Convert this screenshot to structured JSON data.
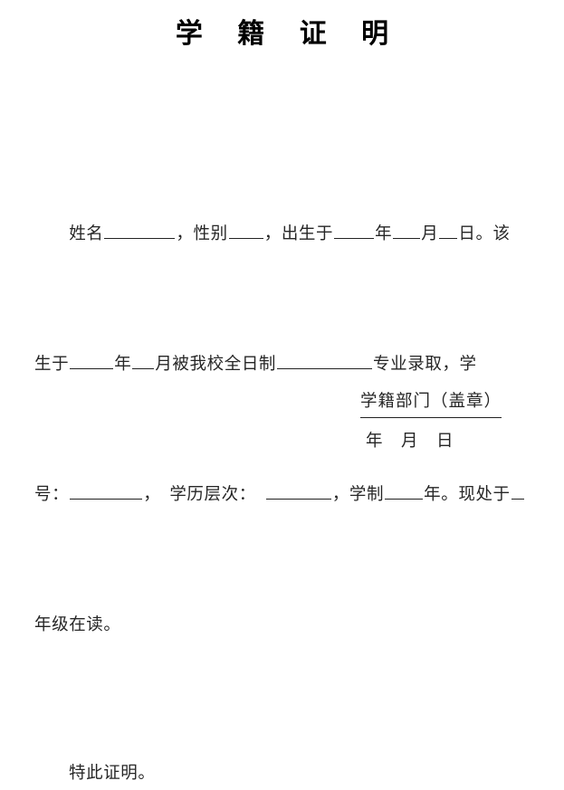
{
  "document": {
    "title": "学 籍 证 明",
    "page_background": "#ffffff",
    "text_color": "#262626",
    "title_color": "#000000"
  },
  "body": {
    "line1": {
      "t1": "姓名",
      "t2": "，性别",
      "t3": "，出生于",
      "t4": "年",
      "t5": "月",
      "t6": "日。该"
    },
    "line2": {
      "t1": "生于",
      "t2": "年",
      "t3": "月被我校全日制",
      "t4": "专业录取，学"
    },
    "line3": {
      "t1": "号：",
      "t2": "，",
      "t3": "学历层次：",
      "t4": "，学制",
      "t5": "年。现处于"
    },
    "line4": {
      "t1": "年级在读。"
    },
    "paragraph2": "特此证明。"
  },
  "signature": {
    "department": "学籍部门（盖章）",
    "date_line": "年　月　日"
  }
}
